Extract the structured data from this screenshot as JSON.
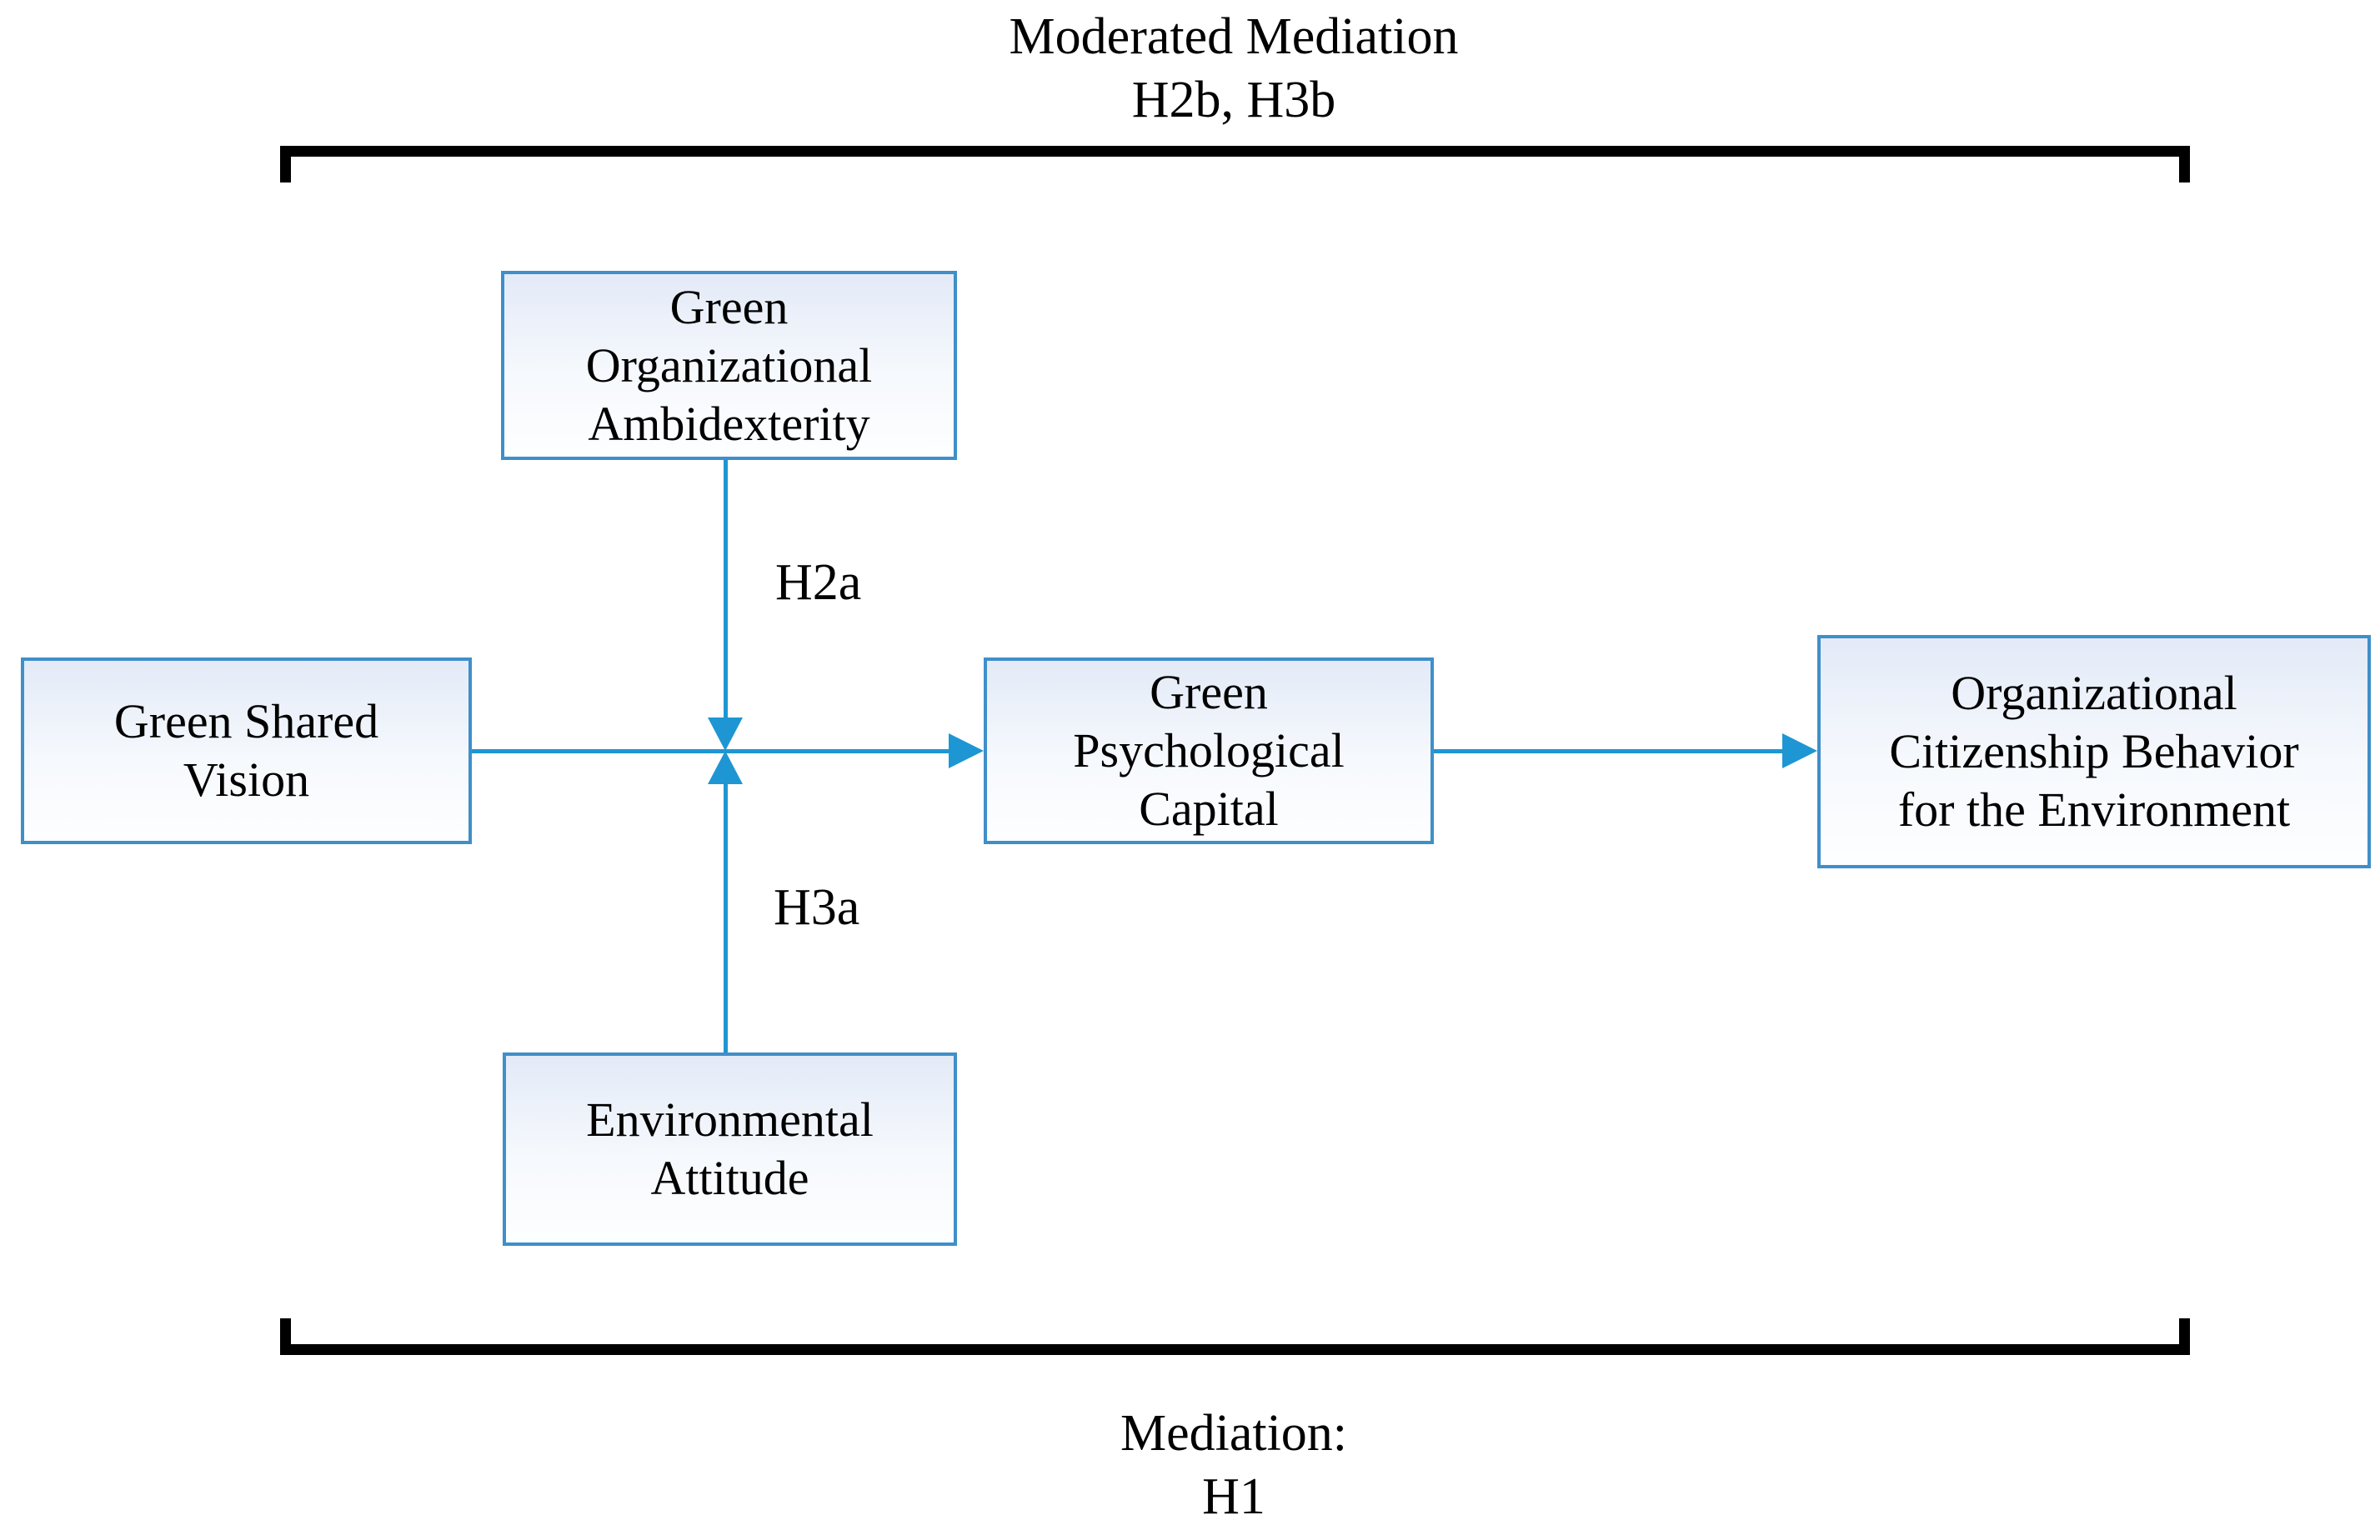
{
  "diagram": {
    "top_caption": "Moderated Mediation\nH2b, H3b",
    "bottom_caption": "Mediation:\nH1",
    "boxes": {
      "green_organizational_ambidexterity": "Green\nOrganizational\nAmbidexterity",
      "green_shared_vision": "Green Shared\nVision",
      "green_psychological_capital": "Green\nPsychological\nCapital",
      "organizational_citizenship_behavior": "Organizational\nCitizenship Behavior\nfor the Environment",
      "environmental_attitude": "Environmental\nAttitude"
    },
    "path_labels": {
      "h2a": "H2a",
      "h3a": "H3a"
    },
    "colors": {
      "arrow": "#1e96d3",
      "box_border": "#3f8fc9",
      "box_fill_top": "#e3eaf7",
      "box_fill_bottom": "#fdfeff",
      "bracket": "#000000",
      "text": "#000000",
      "background": "#ffffff"
    }
  }
}
